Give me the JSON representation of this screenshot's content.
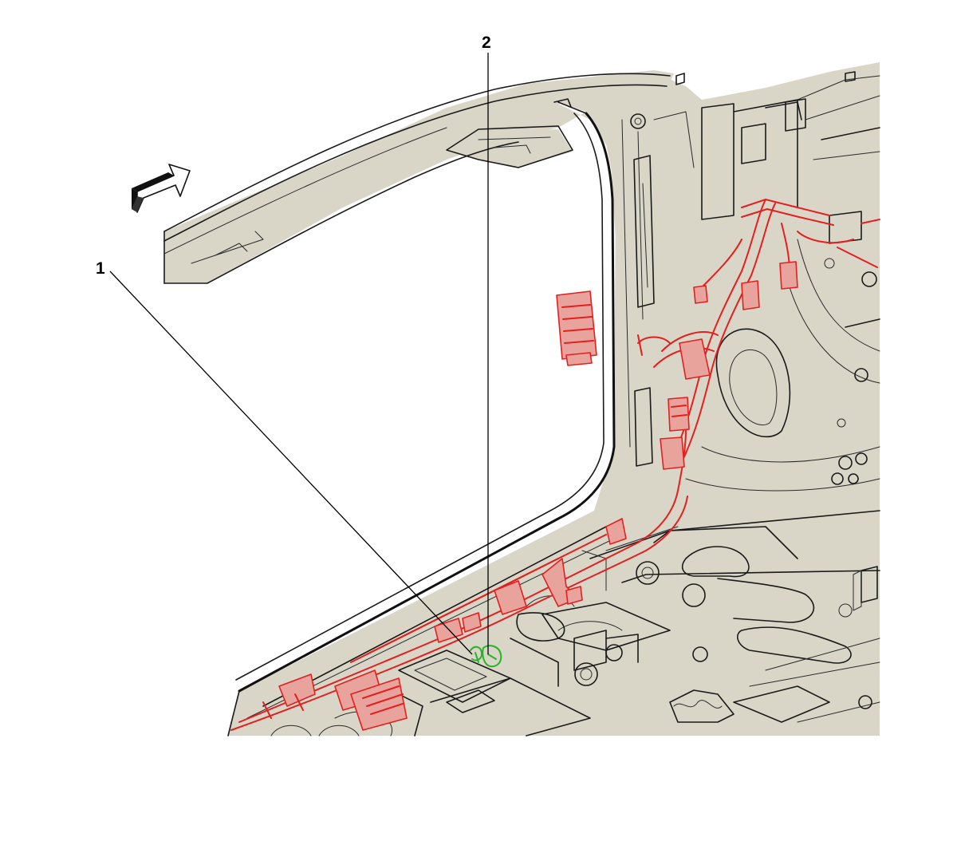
{
  "diagram": {
    "callouts": [
      {
        "id": "1",
        "label": "1"
      },
      {
        "id": "2",
        "label": "2"
      }
    ],
    "colors": {
      "body_panel": "#d9d6c8",
      "line_work": "#1a1a1a",
      "wiring_harness": "#e41f1f",
      "ground_terminal": "#26b526",
      "background": "#ffffff"
    },
    "icons": {
      "direction_arrow": "forward-arrow-icon"
    }
  }
}
